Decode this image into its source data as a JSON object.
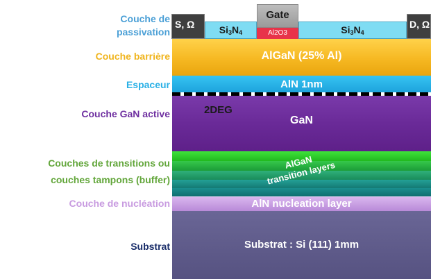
{
  "labels": {
    "passivation_line1": "Couche de",
    "passivation_line2": "passivation",
    "barrier": "Couche barrière",
    "spacer": "Espaceur",
    "active": "Couche GaN active",
    "transition_line1": "Couches de transitions ou",
    "transition_line2": "couches tampons (buffer)",
    "nucleation": "Couche de nucléation",
    "substrate": "Substrat"
  },
  "top": {
    "source": "S, Ω",
    "drain": "D, Ω",
    "gate": "Gate",
    "gate_oxide": "Al2O3",
    "sin_base": "Si",
    "sin_sub1": "3",
    "sin_n": "N",
    "sin_sub2": "4"
  },
  "layers": {
    "barrier": "AlGaN (25% Al)",
    "spacer": "AlN 1nm",
    "twodeg": "2DEG",
    "gan": "GaN",
    "transition_line1": "AlGaN",
    "transition_line2": "transition layers",
    "nucleation": "AlN nucleation layer",
    "substrate": "Substrat : Si (111) 1mm"
  },
  "colors": {
    "passivation": "#4a9fd6",
    "barrier": "#f0b41c",
    "spacer": "#2ab0e6",
    "active": "#6e2fa0",
    "transition": "#62a63a",
    "nucleation": "#c89be0",
    "substrate": "#1a2e6a"
  }
}
